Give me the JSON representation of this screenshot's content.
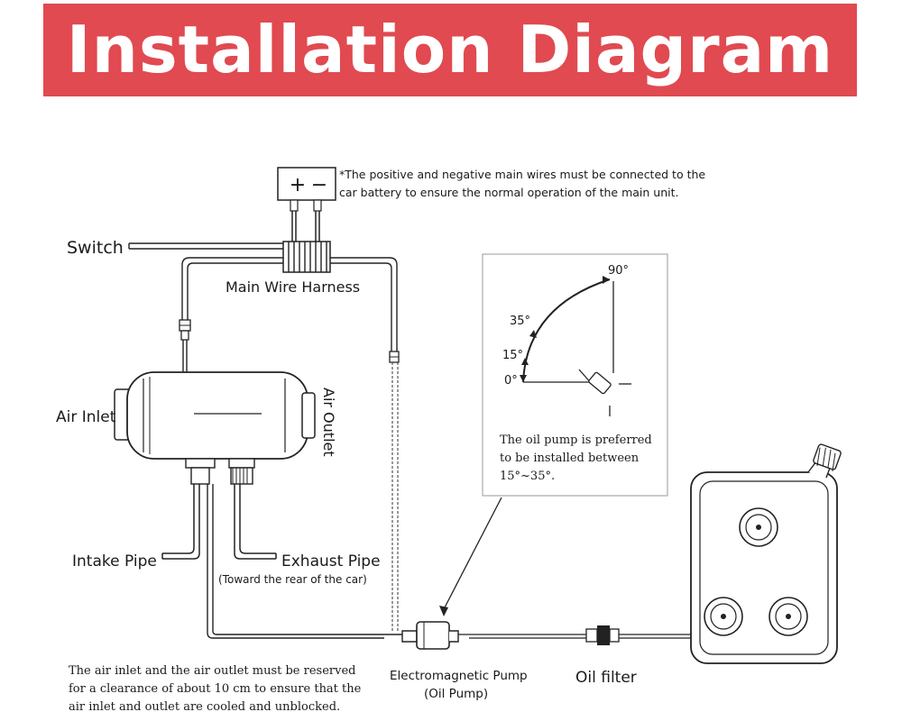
{
  "banner": {
    "title": "Installation Diagram",
    "color": "#e04a50"
  },
  "battery": {
    "plus": "+",
    "minus": "−"
  },
  "battery_note": {
    "line1": "*The positive and negative main wires must be connected to the",
    "line2": "car battery to ensure the normal operation of the main unit."
  },
  "labels": {
    "switch": "Switch",
    "harness": "Main Wire Harness",
    "air_inlet": "Air Inlet",
    "air_outlet": "Air Outlet",
    "intake_pipe": "Intake Pipe",
    "exhaust_pipe": "Exhaust Pipe",
    "exhaust_note": "(Toward the rear of the car)",
    "pump_line1": "Electromagnetic Pump",
    "pump_line2": "(Oil Pump)",
    "oil_filter": "Oil filter"
  },
  "angle_box": {
    "a90": "90°",
    "a35": "35°",
    "a15": "15°",
    "a0": "0°",
    "note_line1": "The oil pump is preferred",
    "note_line2": "to be installed between",
    "note_line3": "15°~35°."
  },
  "clearance_note": {
    "line1": "The air inlet and the air outlet must be reserved",
    "line2": "for a clearance of about 10 cm to ensure that the",
    "line3": "air inlet and outlet are cooled and unblocked."
  }
}
